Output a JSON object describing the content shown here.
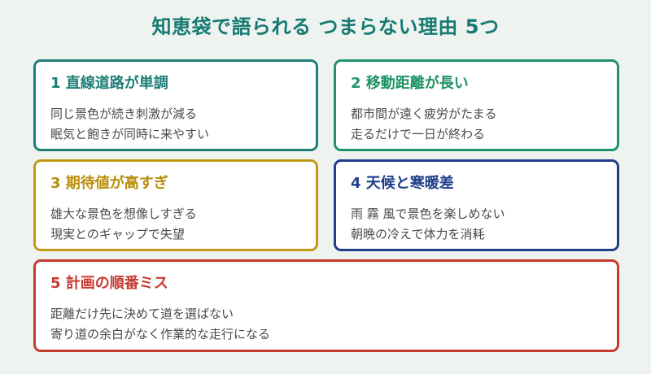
{
  "title": "知恵袋で語られる つまらない理由 5つ",
  "colors": {
    "background": "#eef3f0",
    "title": "#157a72",
    "reason1": "#1d7e76",
    "reason2": "#1f9366",
    "reason3": "#c49a14",
    "reason4": "#1e3e8a",
    "reason5": "#c73a30"
  },
  "reasons": [
    {
      "heading": "1 直線道路が単調",
      "lines": [
        "同じ景色が続き刺激が減る",
        "眠気と飽きが同時に来やすい"
      ]
    },
    {
      "heading": "2 移動距離が長い",
      "lines": [
        "都市間が遠く疲労がたまる",
        "走るだけで一日が終わる"
      ]
    },
    {
      "heading": "3 期待値が高すぎ",
      "lines": [
        "雄大な景色を想像しすぎる",
        "現実とのギャップで失望"
      ]
    },
    {
      "heading": "4 天候と寒暖差",
      "lines": [
        "雨 霧 風で景色を楽しめない",
        "朝晩の冷えで体力を消耗"
      ]
    },
    {
      "heading": "5 計画の順番ミス",
      "lines": [
        "距離だけ先に決めて道を選ばない",
        "寄り道の余白がなく作業的な走行になる"
      ]
    }
  ]
}
